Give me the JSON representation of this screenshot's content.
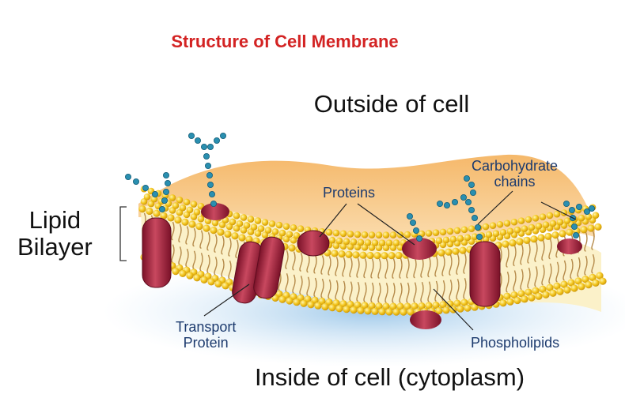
{
  "title": "Structure of Cell Membrane",
  "labels": {
    "outside": "Outside of cell",
    "inside": "Inside of cell (cytoplasm)",
    "lipid_bilayer_line1": "Lipid",
    "lipid_bilayer_line2": "Bilayer",
    "proteins": "Proteins",
    "carbohydrate_line1": "Carbohydrate",
    "carbohydrate_line2": "chains",
    "transport_line1": "Transport",
    "transport_line2": "Protein",
    "phospholipids": "Phospholipids"
  },
  "colors": {
    "title": "#d32323",
    "head": "#f2c418",
    "tail": "#b58a4a",
    "protein": "#a8243e",
    "carbohydrate": "#2a8fb0",
    "label_text": "#1d3b6e"
  }
}
